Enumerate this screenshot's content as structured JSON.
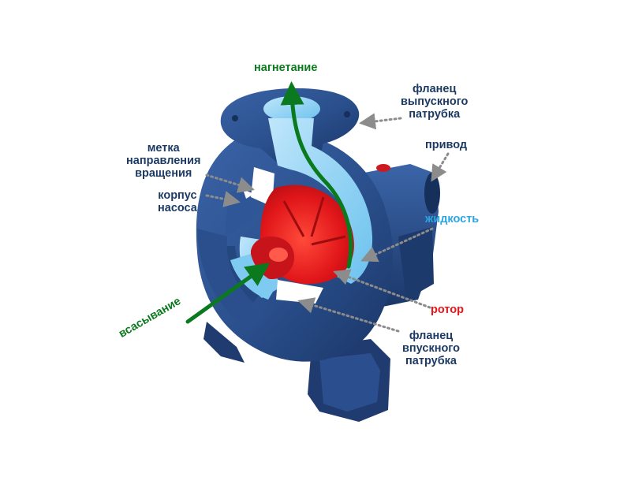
{
  "labels": {
    "discharge": "нагнетание",
    "outlet_flange": "фланец\nвыпускного\nпатрубка",
    "drive": "привод",
    "rotation_mark": "метка\nнаправления\nвращения",
    "pump_casing": "корпус\nнасоса",
    "fluid": "жидкость",
    "rotor": "ротор",
    "suction": "всасывание",
    "inlet_flange": "фланец\nвпускного\nпатрубка"
  },
  "colors": {
    "label_navy": "#1d3a63",
    "flow_green": "#0b7a1e",
    "fluid_blue": "#2aa5e0",
    "rotor_red": "#e8141a",
    "casing_blue": "#2a4f8c",
    "leader_gray": "#8c8c8c"
  }
}
